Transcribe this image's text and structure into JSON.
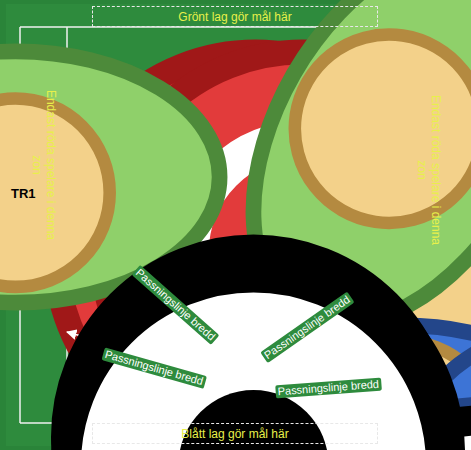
{
  "diagram": {
    "nodes": [
      {
        "text": [
          "Grönt lag gör mål här"
        ]
      },
      {
        "text": [
          "Endast röda spelare i denna zon"
        ]
      },
      {
        "text": [
          "Endast röda spelare i denna zon"
        ]
      },
      {
        "text": [
          "Blått lag gör mål här"
        ]
      }
    ],
    "labels": [
      "TR1",
      "Passningslinje bredd",
      "Passningslinje bredd",
      "Passningslinje bredd",
      "Passningslinje bredd"
    ]
  }
}
